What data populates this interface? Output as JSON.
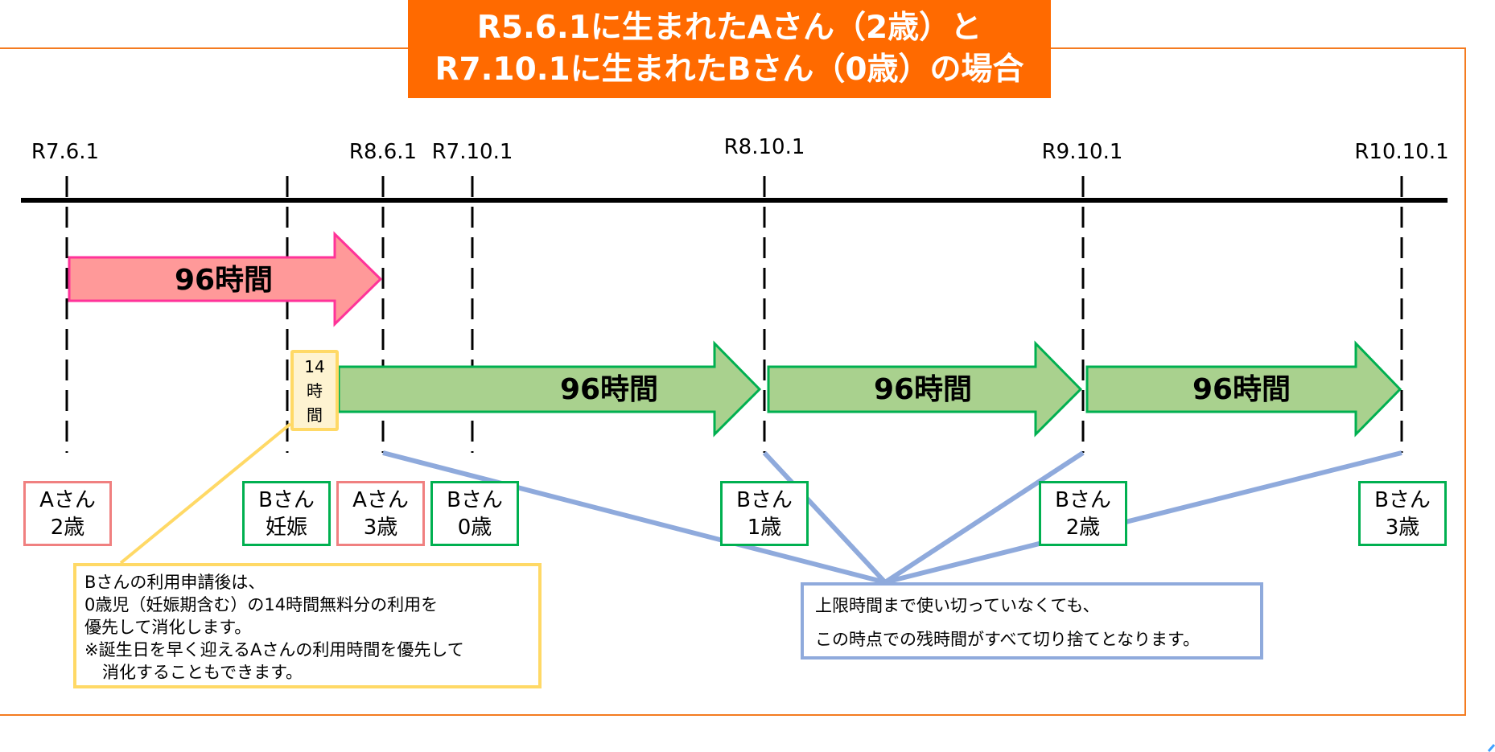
{
  "title": {
    "line1": "R5.6.1に生まれたAさん（2歳）と",
    "line2": "R7.10.1に生まれたBさん（0歳）の場合"
  },
  "timeline": {
    "dates": [
      {
        "label": "R7.6.1"
      },
      {
        "label": "R8.6.1"
      },
      {
        "label": "R7.10.1"
      },
      {
        "label": "R8.10.1"
      },
      {
        "label": "R9.10.1"
      },
      {
        "label": "R10.10.1"
      }
    ]
  },
  "arrows": {
    "a_allotment": {
      "label": "96時間",
      "person": "Aさん",
      "hours": 96,
      "color": "#ff9999",
      "border": "#ff3399"
    },
    "b_year1": {
      "label": "96時間",
      "person": "Bさん",
      "hours": 96,
      "color": "#a9d18e",
      "border": "#00b050"
    },
    "b_year2": {
      "label": "96時間",
      "person": "Bさん",
      "hours": 96,
      "color": "#a9d18e",
      "border": "#00b050"
    },
    "b_year3": {
      "label": "96時間",
      "person": "Bさん",
      "hours": 96,
      "color": "#a9d18e",
      "border": "#00b050"
    }
  },
  "pregnancy_hours": {
    "line1": "14",
    "line2": "時",
    "line3": "間",
    "hours": 14
  },
  "tags": [
    {
      "line1": "Aさん",
      "line2": "2歳",
      "color": "pink"
    },
    {
      "line1": "Bさん",
      "line2": "妊娠",
      "color": "green"
    },
    {
      "line1": "Aさん",
      "line2": "3歳",
      "color": "pink"
    },
    {
      "line1": "Bさん",
      "line2": "0歳",
      "color": "green"
    },
    {
      "line1": "Bさん",
      "line2": "1歳",
      "color": "green"
    },
    {
      "line1": "Bさん",
      "line2": "2歳",
      "color": "green"
    },
    {
      "line1": "Bさん",
      "line2": "3歳",
      "color": "green"
    }
  ],
  "notes": {
    "yellow": [
      "Bさんの利用申請後は、",
      "0歳児（妊娠期含む）の14時間無料分の利用を",
      "優先して消化します。",
      "※誕生日を早く迎えるAさんの利用時間を優先して",
      "消化することもできます。"
    ],
    "blue": [
      "上限時間まで使い切っていなくても、",
      "この時点での残時間がすべて切り捨てとなります。"
    ]
  },
  "colors": {
    "title_bg": "#ff6a00",
    "frame": "#f47b20",
    "pink_fill": "#ff9999",
    "pink_border": "#ff3399",
    "green_fill": "#a9d18e",
    "green_border": "#00b050",
    "yellow": "#ffd966",
    "blue": "#8faadc"
  }
}
